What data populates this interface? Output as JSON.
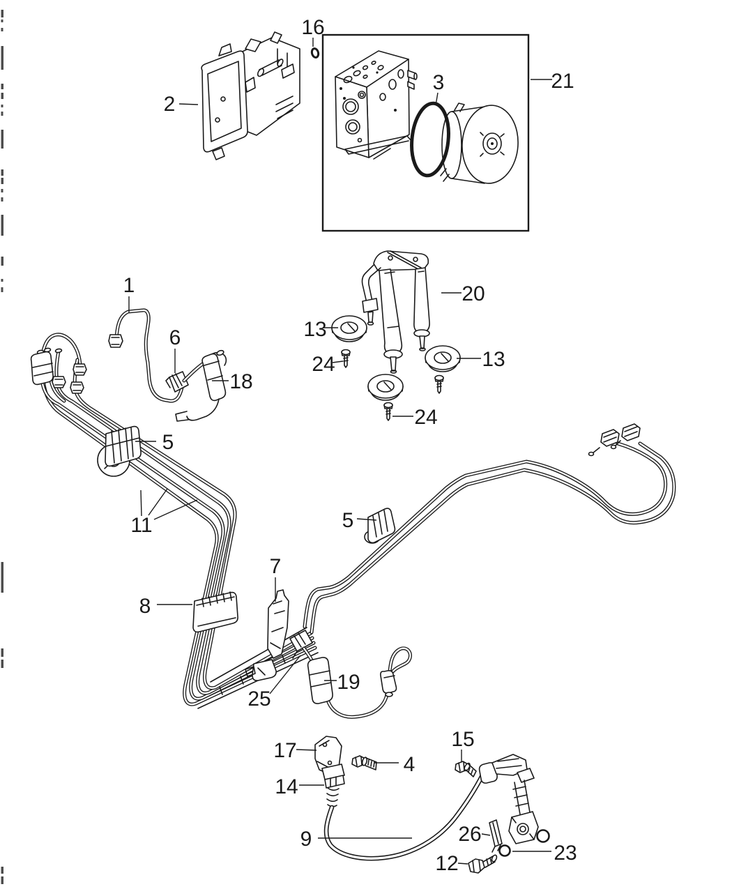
{
  "diagram": {
    "background": "#ffffff",
    "line_color": "#1a1a1a",
    "callouts": [
      {
        "label": "16"
      },
      {
        "label": "2"
      },
      {
        "label": "3"
      },
      {
        "label": "21"
      },
      {
        "label": "20"
      },
      {
        "label": "13"
      },
      {
        "label": "24"
      },
      {
        "label": "13"
      },
      {
        "label": "24"
      },
      {
        "label": "1"
      },
      {
        "label": "6"
      },
      {
        "label": "18"
      },
      {
        "label": "5"
      },
      {
        "label": "11"
      },
      {
        "label": "5"
      },
      {
        "label": "7"
      },
      {
        "label": "8"
      },
      {
        "label": "25"
      },
      {
        "label": "19"
      },
      {
        "label": "17"
      },
      {
        "label": "4"
      },
      {
        "label": "15"
      },
      {
        "label": "14"
      },
      {
        "label": "9"
      },
      {
        "label": "26"
      },
      {
        "label": "12"
      },
      {
        "label": "23"
      }
    ]
  }
}
